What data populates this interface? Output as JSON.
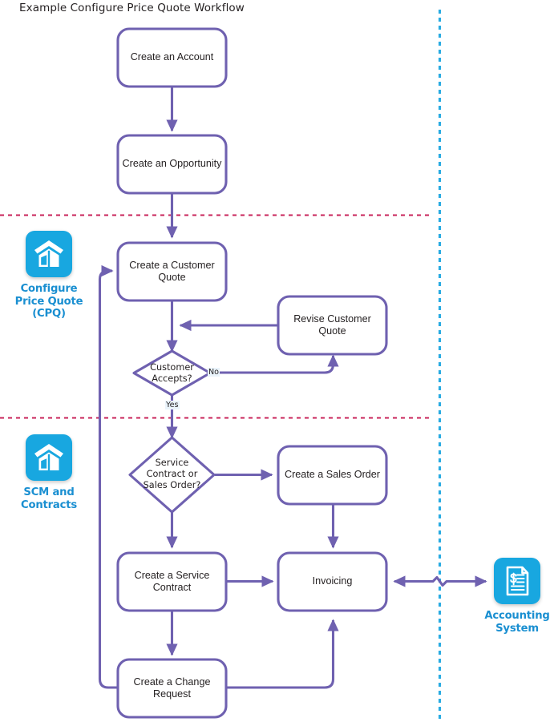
{
  "title": "Example Configure Price Quote Workflow",
  "colors": {
    "flow_purple": "#6f61b0",
    "lane_divider_red": "#c8235a",
    "system_divider_blue": "#29abe2",
    "icon_blue": "#18a7e0",
    "caption_blue": "#1a8fd1",
    "text_dark": "#231f20",
    "node_fill": "#ffffff"
  },
  "systems": [
    {
      "id": "cpq",
      "icon": "building-icon",
      "caption_lines": [
        "Configure",
        "Price Quote",
        "(CPQ)"
      ]
    },
    {
      "id": "scm",
      "icon": "building-icon",
      "caption_lines": [
        "SCM and",
        "Contracts"
      ]
    },
    {
      "id": "accounting",
      "icon": "invoice-dollar-icon",
      "caption_lines": [
        "Accounting",
        "System"
      ]
    }
  ],
  "nodes": [
    {
      "id": "create-account",
      "type": "process",
      "label": "Create an Account"
    },
    {
      "id": "create-opportunity",
      "type": "process",
      "label": "Create an Opportunity"
    },
    {
      "id": "create-customer-quote",
      "type": "process",
      "label": "Create a Customer Quote"
    },
    {
      "id": "revise-customer-quote",
      "type": "process",
      "label": "Revise Customer Quote"
    },
    {
      "id": "customer-accepts",
      "type": "decision",
      "label": "Customer Accepts?"
    },
    {
      "id": "service-contract-or-sales-order",
      "type": "decision",
      "label": "Service Contract or Sales Order?"
    },
    {
      "id": "create-sales-order",
      "type": "process",
      "label": "Create a Sales Order"
    },
    {
      "id": "create-service-contract",
      "type": "process",
      "label": "Create a Service Contract"
    },
    {
      "id": "invoicing",
      "type": "process",
      "label": "Invoicing"
    },
    {
      "id": "create-change-request",
      "type": "process",
      "label": "Create a Change Request"
    }
  ],
  "edge_labels": {
    "no": "No",
    "yes": "Yes"
  },
  "edges": [
    {
      "from": "create-account",
      "to": "create-opportunity"
    },
    {
      "from": "create-opportunity",
      "to": "create-customer-quote"
    },
    {
      "from": "create-customer-quote",
      "to": "customer-accepts"
    },
    {
      "from": "customer-accepts",
      "to": "revise-customer-quote",
      "label": "No"
    },
    {
      "from": "revise-customer-quote",
      "to": "create-customer-quote"
    },
    {
      "from": "customer-accepts",
      "to": "service-contract-or-sales-order",
      "label": "Yes"
    },
    {
      "from": "service-contract-or-sales-order",
      "to": "create-sales-order"
    },
    {
      "from": "service-contract-or-sales-order",
      "to": "create-service-contract"
    },
    {
      "from": "create-sales-order",
      "to": "invoicing"
    },
    {
      "from": "create-service-contract",
      "to": "invoicing"
    },
    {
      "from": "create-service-contract",
      "to": "create-change-request"
    },
    {
      "from": "create-change-request",
      "to": "invoicing"
    },
    {
      "from": "create-change-request",
      "to": "create-customer-quote"
    },
    {
      "from": "invoicing",
      "to": "accounting",
      "bidirectional": true
    }
  ]
}
